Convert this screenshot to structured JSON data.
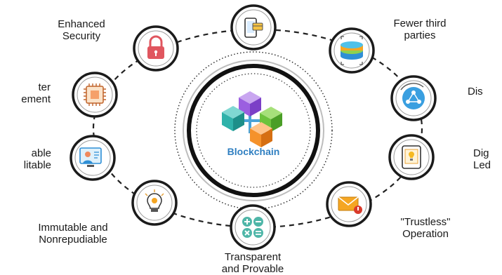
{
  "center": {
    "title": "Blockchain",
    "title_color": "#2f7fc1"
  },
  "colors": {
    "ring": "#111111",
    "node_border": "#1b1b1b",
    "bg": "#ffffff"
  },
  "nodes": [
    {
      "icon": "smartphone-payment-icon",
      "lines": []
    },
    {
      "icon": "layered-disks-icon",
      "lines": [
        "Fewer third",
        "parties"
      ]
    },
    {
      "icon": "distributed-network-icon",
      "lines": [
        "Dis"
      ]
    },
    {
      "icon": "digital-ledger-tablet-icon",
      "lines": [
        "Dig",
        "Led"
      ]
    },
    {
      "icon": "email-alert-icon",
      "lines": [
        "\"Trustless\"",
        "Operation"
      ]
    },
    {
      "icon": "calculator-symbols-icon",
      "lines": [
        "Transparent",
        "and Provable"
      ]
    },
    {
      "icon": "lightbulb-gear-icon",
      "lines": [
        "Immutable and",
        "Nonrepudiable"
      ]
    },
    {
      "icon": "auditor-screen-icon",
      "lines": [
        "able",
        "litable"
      ]
    },
    {
      "icon": "cpu-chip-icon",
      "lines": [
        "ter",
        "ement"
      ]
    },
    {
      "icon": "padlock-icon",
      "lines": [
        "Enhanced",
        "Security"
      ]
    }
  ]
}
